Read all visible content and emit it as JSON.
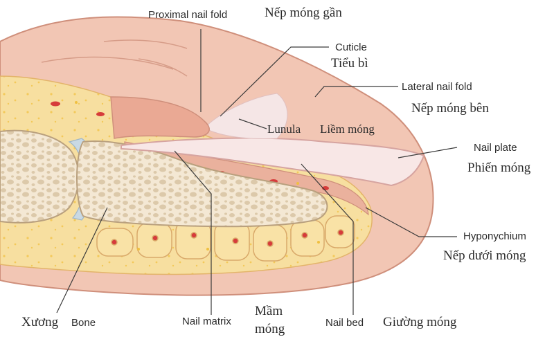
{
  "labels": {
    "proximal_nail_fold": {
      "en": "Proximal nail fold",
      "vi": "Nếp móng gần"
    },
    "cuticle": {
      "en": "Cuticle",
      "vi": "Tiểu bì"
    },
    "lateral_nail_fold": {
      "en": "Lateral nail fold",
      "vi": "Nếp móng bên"
    },
    "lunula": {
      "en": "Lunula",
      "vi": "Liềm móng"
    },
    "nail_plate": {
      "en": "Nail plate",
      "vi": "Phiến móng"
    },
    "hyponychium": {
      "en": "Hyponychium",
      "vi": "Nếp dưới móng"
    },
    "bone": {
      "vi": "Xương",
      "en": "Bone"
    },
    "nail_matrix": {
      "en": "Nail matrix",
      "vi_line1": "Mầm",
      "vi_line2": "móng"
    },
    "nail_bed": {
      "en": "Nail bed",
      "vi": "Giường móng"
    }
  },
  "colors": {
    "skin": "#f2c6b4",
    "skin_dark": "#e7ab95",
    "skin_outline": "#cf8f7b",
    "nail": "#f8e7e6",
    "fat": "#f7dfa0",
    "fat_spot_red": "#d63b3b",
    "fat_spot_yellow": "#f0c040",
    "bone": "#f4e8d4",
    "bone_pores": "#d8c5a6",
    "cartilage": "#c9d9e4",
    "leader_line": "#3a3a3a"
  }
}
